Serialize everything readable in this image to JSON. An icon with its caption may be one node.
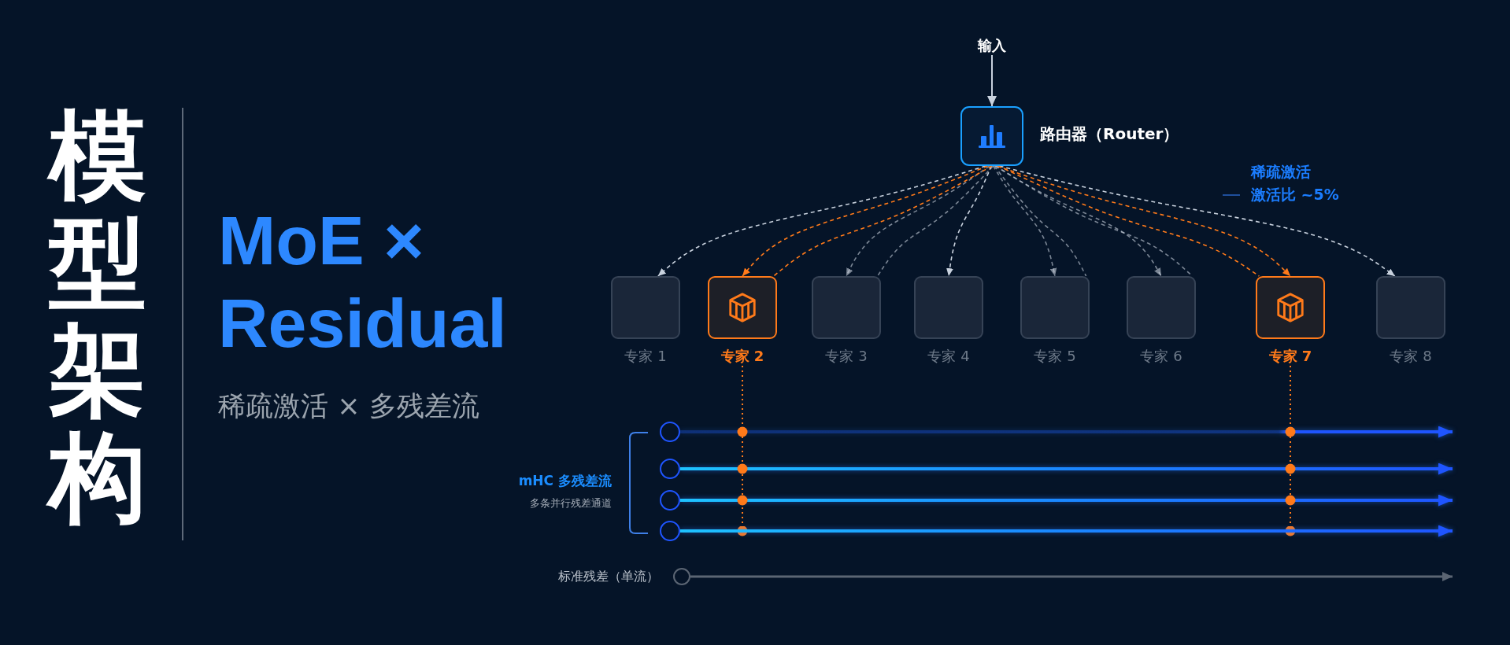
{
  "diagram": {
    "title": "模型架构",
    "nodes": [
      {
        "text": [
          "输入"
        ]
      },
      {
        "text": [],
        "shape": "box",
        "beside": [
          "路由器（Router）"
        ]
      },
      {
        "text": [
          "专家 1"
        ]
      },
      {
        "text": [
          "专家 2"
        ]
      },
      {
        "text": [
          "专家 3"
        ]
      },
      {
        "text": [
          "专家 4"
        ]
      },
      {
        "text": [
          "专家 5"
        ]
      },
      {
        "text": [
          "专家 6"
        ]
      },
      {
        "text": [
          "专家 7"
        ]
      },
      {
        "text": [
          "专家 8"
        ]
      },
      {
        "text": [],
        "shape": "circle"
      },
      {
        "text": [],
        "shape": "circle"
      },
      {
        "text": [],
        "shape": "circle"
      },
      {
        "text": [],
        "shape": "circle"
      },
      {
        "text": [],
        "shape": "circle",
        "beside": [
          "标准残差（单流）"
        ]
      }
    ],
    "edges": [
      {
        "from": 0,
        "to": 1,
        "arrow": "to"
      },
      {
        "from": 1,
        "to": 2,
        "arrow": "to",
        "style": "dashed"
      },
      {
        "from": 1,
        "to": 3,
        "arrow": "to",
        "style": "dashed",
        "color": "#ff7a1a"
      },
      {
        "from": 1,
        "to": 4,
        "arrow": "to",
        "style": "dashed"
      },
      {
        "from": 1,
        "to": 5,
        "arrow": "to",
        "style": "dashed"
      },
      {
        "from": 1,
        "to": 6,
        "arrow": "to",
        "style": "dashed"
      },
      {
        "from": 1,
        "to": 7,
        "arrow": "to",
        "style": "dashed"
      },
      {
        "from": 1,
        "to": 8,
        "arrow": "to",
        "style": "dashed",
        "color": "#ff7a1a"
      },
      {
        "from": 1,
        "to": 9,
        "arrow": "to",
        "style": "dashed"
      },
      {
        "from": 1,
        "to": 3,
        "arrow": "none",
        "style": "dashed",
        "color": "#ff7a1a"
      },
      {
        "from": 1,
        "to": 4,
        "arrow": "none",
        "style": "dashed"
      },
      {
        "from": 1,
        "to": 6,
        "arrow": "none",
        "style": "dashed"
      },
      {
        "from": 1,
        "to": 7,
        "arrow": "none",
        "style": "dashed"
      },
      {
        "from": 1,
        "to": 8,
        "arrow": "none",
        "style": "dashed",
        "color": "#ff7a1a"
      },
      {
        "from": 3,
        "to": null,
        "arrow": "other",
        "style": "dashed",
        "color": "#ff7a1a"
      },
      {
        "from": 8,
        "to": null,
        "arrow": "other",
        "style": "dashed",
        "color": "#ff7a1a"
      },
      {
        "from": 10,
        "to": null,
        "arrow": "to",
        "style": "thick",
        "color": "#1f55ff"
      },
      {
        "from": 11,
        "to": null,
        "arrow": "to",
        "style": "thick",
        "color": "#1f55ff"
      },
      {
        "from": 12,
        "to": null,
        "arrow": "to",
        "style": "thick",
        "color": "#1f55ff"
      },
      {
        "from": 13,
        "to": null,
        "arrow": "to",
        "style": "thick",
        "color": "#1f55ff"
      },
      {
        "from": 14,
        "to": null,
        "arrow": "to",
        "color": "#5b6573"
      }
    ],
    "labels": [
      "MoE × Residual",
      "稀疏激活 × 多残差流",
      "稀疏激活",
      "mHC 多残差流",
      "多条并行残差通道"
    ],
    "legend": [
      {
        "text": "激活比 ~5%"
      }
    ]
  }
}
